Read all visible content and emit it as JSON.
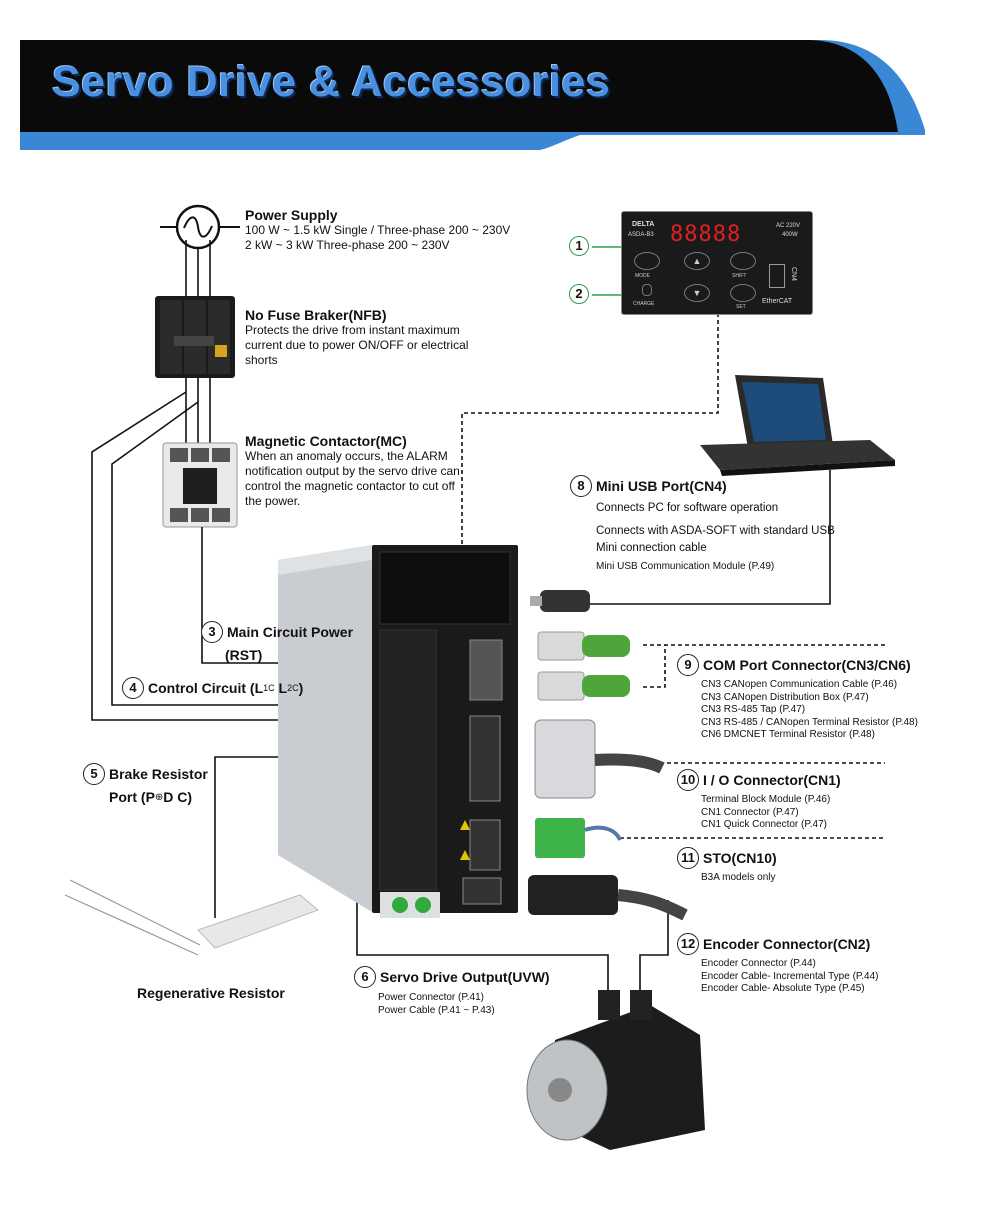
{
  "page": {
    "title": "Servo Drive & Accessories"
  },
  "colors": {
    "banner_dark": "#0a0a0a",
    "banner_blue": "#3a87d6",
    "title_blue": "#4a90e2",
    "callout_green": "#2ea04f"
  },
  "power_supply": {
    "title": "Power Supply",
    "lines": [
      "100 W ~ 1.5 kW Single / Three-phase 200 ~ 230V",
      "2 kW ~ 3 kW Three-phase 200 ~ 230V"
    ]
  },
  "nfb": {
    "title": "No Fuse Braker(NFB)",
    "desc": "Protects the drive from instant maximum current due to power ON/OFF or electrical shorts"
  },
  "mc": {
    "title": "Magnetic Contactor(MC)",
    "desc": "When an anomaly occurs, the ALARM notification output by the servo drive can control the magnetic contactor to cut off the power."
  },
  "panel": {
    "callout1": "1",
    "callout2": "2",
    "brand": "DELTA",
    "model": "ASDA-B3",
    "display": "88888",
    "rating_1": "AC 220V",
    "rating_2": "400W",
    "btn_mode": "MODE",
    "btn_shift": "SHIFT",
    "btn_set": "SET",
    "charge": "CHARGE",
    "cn4": "CN4",
    "ethercat": "EtherCAT"
  },
  "callouts": [
    {
      "n": "3",
      "title": "Main Circuit Power",
      "title2": "(RST)"
    },
    {
      "n": "4",
      "title": "Control Circuit",
      "l1": "L",
      "l1sub": "1C",
      "l2": "L",
      "l2sub": "2C"
    },
    {
      "n": "5",
      "title": "Brake Resistor",
      "title2": "Port",
      "port": "P",
      "port_sym": "⊕",
      "port_rest": "D C"
    },
    {
      "n": "6",
      "title": "Servo Drive Output",
      "title_suffix": "(UVW)",
      "items": [
        "Power Connector (P.41)",
        "Power Cable (P.41 ~ P.43)"
      ]
    },
    {
      "n": "8",
      "title": "Mini USB Port",
      "title_suffix": "(CN4)",
      "lines": [
        "Connects PC for software operation",
        "Connects with ASDA-SOFT with standard USB Mini connection cable"
      ],
      "note": "Mini USB Communication Module (P.49)"
    },
    {
      "n": "9",
      "title": "COM Port Connector",
      "title_suffix": "(CN3/CN6)",
      "items": [
        "CN3 CANopen Communication Cable (P.46)",
        "CN3 CANopen Distribution Box (P.47)",
        "CN3 RS-485 Tap (P.47)",
        "CN3 RS-485 / CANopen Terminal Resistor (P.48)",
        "CN6 DMCNET Terminal Resistor (P.48)"
      ]
    },
    {
      "n": "10",
      "title": "I / O Connector",
      "title_suffix": "(CN1)",
      "items": [
        "Terminal Block Module (P.46)",
        "CN1 Connector (P.47)",
        "CN1 Quick Connector (P.47)"
      ]
    },
    {
      "n": "11",
      "title": "STO",
      "title_suffix": "(CN10)",
      "items": [
        "B3A models only"
      ]
    },
    {
      "n": "12",
      "title": "Encoder Connector",
      "title_suffix": "(CN2)",
      "items": [
        "Encoder Connector (P.44)",
        "Encoder Cable- Incremental Type (P.44)",
        "Encoder Cable- Absolute Type (P.45)"
      ]
    }
  ],
  "regen_resistor": "Regenerative Resistor"
}
